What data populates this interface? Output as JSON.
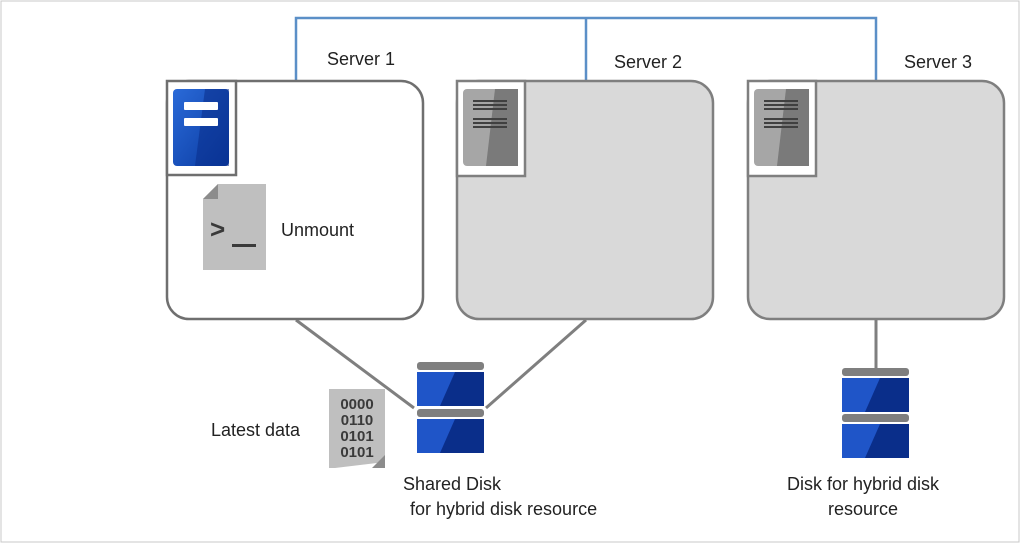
{
  "servers": [
    {
      "label": "Server 1",
      "state": "active",
      "action": "Unmount"
    },
    {
      "label": "Server 2",
      "state": "standby"
    },
    {
      "label": "Server 3",
      "state": "standby"
    }
  ],
  "shared_disk": {
    "line1": "Shared Disk",
    "line2": "for hybrid disk resource"
  },
  "hybrid_disk": {
    "line1": "Disk for hybrid disk",
    "line2": "resource"
  },
  "latest_data": {
    "label": "Latest data",
    "bits": [
      "0000",
      "0110",
      "0101",
      "0101"
    ]
  },
  "colors": {
    "network": "#5b8fc7",
    "active_server_border": "#6f6f6f",
    "standby_fill": "#d9d9d9",
    "disk_blue": "#1f55c8",
    "disk_blue_dark": "#0a2e8a",
    "disk_cap": "#7f7f7f"
  }
}
